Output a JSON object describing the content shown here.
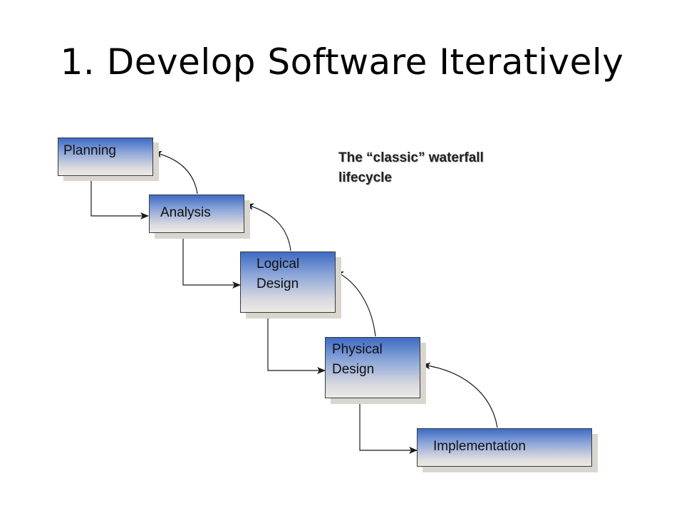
{
  "title": "1. Develop Software Iteratively",
  "caption": {
    "line1": "The “classic”  waterfall",
    "line2": "lifecycle"
  },
  "stages": [
    {
      "line1": "Planning",
      "line2": ""
    },
    {
      "line1": "Analysis",
      "line2": ""
    },
    {
      "line1": "Logical",
      "line2": "Design"
    },
    {
      "line1": "Physical",
      "line2": "Design"
    },
    {
      "line1": "Implementation",
      "line2": ""
    }
  ],
  "colors": {
    "box_top": "#3e6bc4",
    "box_bottom": "#ecebe4",
    "line": "#1a1a1a"
  }
}
